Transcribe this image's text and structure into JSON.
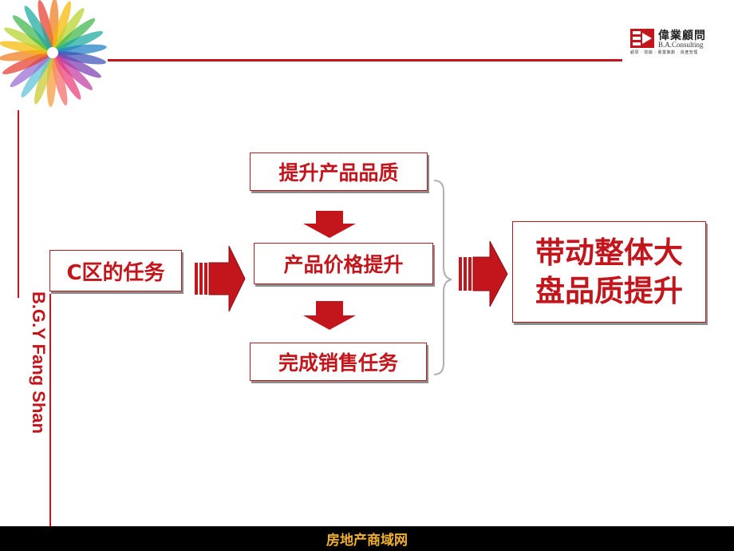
{
  "side_text": "B.G.Y Fang Shan",
  "logo": {
    "name_cn": "偉業顧問",
    "name_en": "B.A.Consulting",
    "tagline": "顧問 · 營銷 · 專業策劃 · 資產管理",
    "icon": "ba-consulting-logo-icon"
  },
  "diagram": {
    "task_label": "C区的任务",
    "steps": [
      "提升产品品质",
      "产品价格提升",
      "完成销售任务"
    ],
    "result_lines": [
      "带动整体大",
      "盘品质提升"
    ]
  },
  "footer": {
    "text": "房地产商域网"
  },
  "colors": {
    "accent_red": "#c3161c",
    "footer_bg": "#000000",
    "footer_text": "#f0b030"
  }
}
